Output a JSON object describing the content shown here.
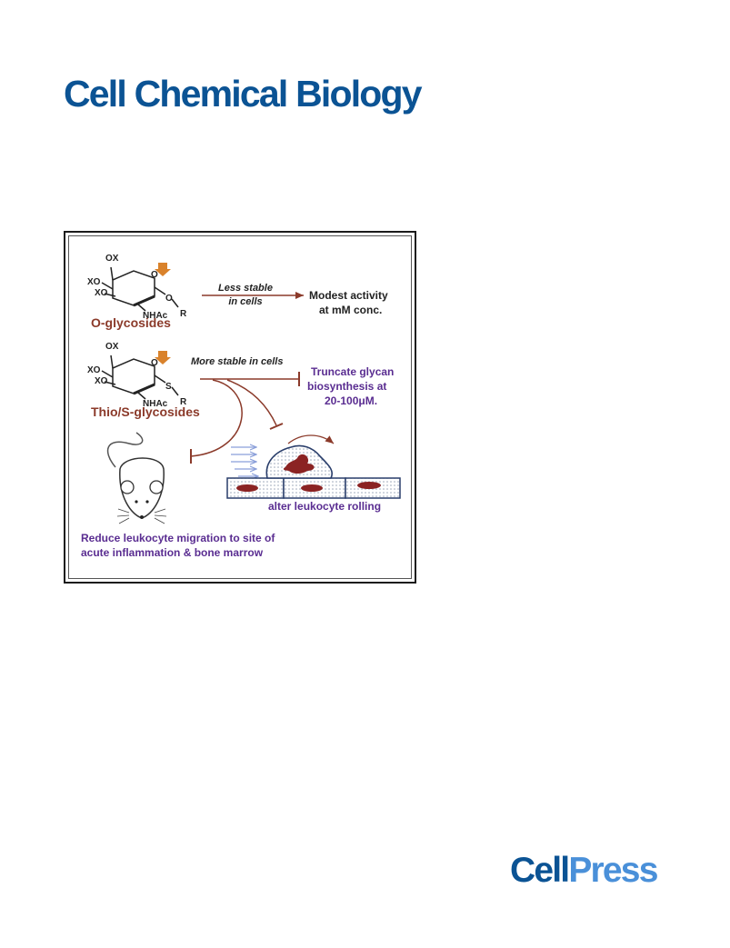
{
  "journal": {
    "title": "Cell Chemical Biology"
  },
  "graphical_abstract": {
    "o_glycoside": {
      "ox": "OX",
      "xo1": "XO",
      "xo2": "XO",
      "ring_o": "O",
      "nhac": "NHAc",
      "link": "O",
      "r": "R",
      "name": "O-glycosides"
    },
    "s_glycoside": {
      "ox": "OX",
      "xo1": "XO",
      "xo2": "XO",
      "ring_o": "O",
      "nhac": "NHAc",
      "link": "S",
      "r": "R",
      "name": "Thio/S-glycosides"
    },
    "less_stable_1": "Less stable",
    "less_stable_2": "in cells",
    "modest_1": "Modest activity",
    "modest_2": "at mM conc.",
    "more_stable": "More stable in cells",
    "truncate_1": "Truncate glycan",
    "truncate_2": "biosynthesis at",
    "truncate_3": "20-100μM.",
    "rolling": "alter leukocyte rolling",
    "reduce_1": "Reduce leukocyte migration to site of",
    "reduce_2": "acute inflammation & bone marrow",
    "colors": {
      "brown": "#8b3a2a",
      "purple": "#5a2d91",
      "orange": "#d9822b",
      "flow": "#8a9fd9",
      "cell": "#8b2323"
    }
  },
  "publisher": {
    "logo_part1": "Cell",
    "logo_part2": "Press"
  }
}
